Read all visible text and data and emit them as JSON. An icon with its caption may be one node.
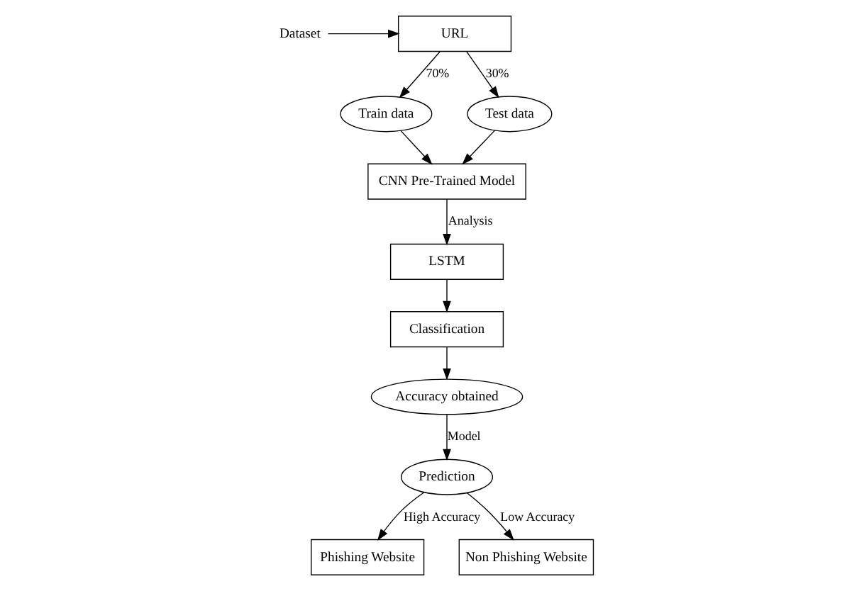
{
  "diagram": {
    "nodes": [
      {
        "text": [
          "Dataset"
        ]
      },
      {
        "text": [
          "URL"
        ]
      },
      {
        "text": [
          "Train data"
        ]
      },
      {
        "text": [
          "Test data"
        ]
      },
      {
        "text": [
          "CNN Pre-Trained Model"
        ]
      },
      {
        "text": [
          "LSTM"
        ]
      },
      {
        "text": [
          "Classification"
        ]
      },
      {
        "text": [
          "Accuracy obtained"
        ]
      },
      {
        "text": [
          "Prediction"
        ]
      },
      {
        "text": [
          "Phishing Website"
        ]
      },
      {
        "text": [
          "Non Phishing Website"
        ]
      }
    ],
    "edges": [
      {
        "from": 0,
        "to": 1,
        "arrow": "to"
      },
      {
        "from": 1,
        "to": 2,
        "arrow": "to",
        "label": "70%"
      },
      {
        "from": 1,
        "to": 3,
        "arrow": "to",
        "label": "30%"
      },
      {
        "from": 2,
        "to": 4,
        "arrow": "to"
      },
      {
        "from": 3,
        "to": 4,
        "arrow": "to"
      },
      {
        "from": 4,
        "to": 5,
        "arrow": "to",
        "label": "Analysis"
      },
      {
        "from": 5,
        "to": 6,
        "arrow": "to"
      },
      {
        "from": 6,
        "to": 7,
        "arrow": "to"
      },
      {
        "from": 7,
        "to": 8,
        "arrow": "to",
        "label": "Model"
      },
      {
        "from": 8,
        "to": 9,
        "arrow": "to",
        "label": "High Accuracy"
      },
      {
        "from": 8,
        "to": 10,
        "arrow": "to",
        "label": "Low Accuracy"
      }
    ]
  }
}
